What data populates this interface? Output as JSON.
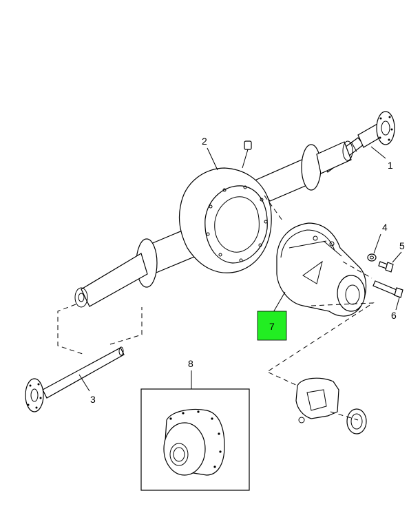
{
  "callouts": [
    {
      "id": "1",
      "label": "1"
    },
    {
      "id": "2",
      "label": "2"
    },
    {
      "id": "3",
      "label": "3"
    },
    {
      "id": "4",
      "label": "4"
    },
    {
      "id": "5",
      "label": "5"
    },
    {
      "id": "6",
      "label": "6"
    },
    {
      "id": "7",
      "label": "7",
      "highlighted": true
    },
    {
      "id": "8",
      "label": "8"
    }
  ],
  "colors": {
    "highlight": "#22ee22",
    "line": "#000000",
    "background": "#ffffff"
  }
}
